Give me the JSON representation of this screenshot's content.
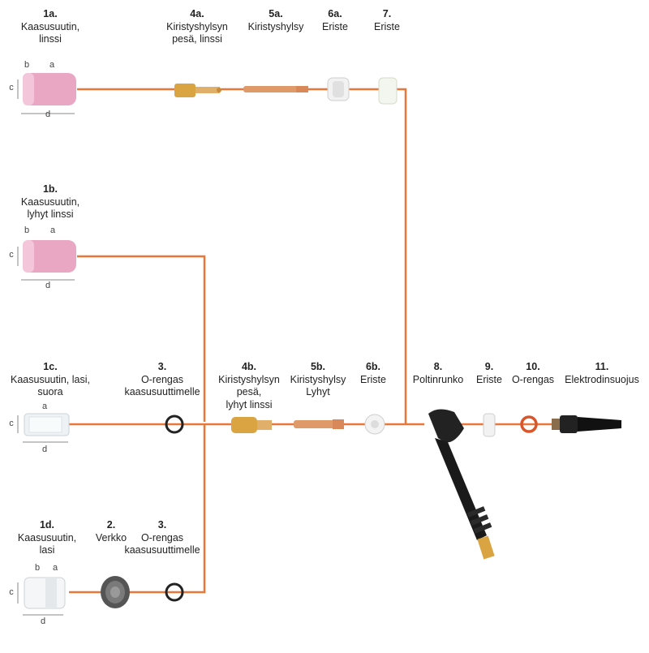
{
  "colors": {
    "line": "#e8773a",
    "nozzle_pink": "#e9a7c4",
    "glass": "#eef2f4",
    "brass": "#d9a441",
    "copper": "#e09a6a",
    "torch": "#222222",
    "oring_orange": "#d9562a"
  },
  "parts": [
    {
      "id": "p1a",
      "num": "1a.",
      "lines": [
        "Kaasusuutin,",
        "linssi"
      ],
      "dims": [
        "a",
        "b",
        "c",
        "d"
      ]
    },
    {
      "id": "p4a",
      "num": "4a.",
      "lines": [
        "Kiristyshylsyn",
        "pesä, linssi"
      ]
    },
    {
      "id": "p5a",
      "num": "5a.",
      "lines": [
        "Kiristyshylsy"
      ]
    },
    {
      "id": "p6a",
      "num": "6a.",
      "lines": [
        "Eriste"
      ]
    },
    {
      "id": "p7",
      "num": "7.",
      "lines": [
        "Eriste"
      ]
    },
    {
      "id": "p1b",
      "num": "1b.",
      "lines": [
        "Kaasusuutin,",
        "lyhyt linssi"
      ],
      "dims": [
        "a",
        "b",
        "c",
        "d"
      ]
    },
    {
      "id": "p1c",
      "num": "1c.",
      "lines": [
        "Kaasusuutin, lasi,",
        "suora"
      ],
      "dims": [
        "a",
        "c",
        "d"
      ]
    },
    {
      "id": "p3c",
      "num": "3.",
      "lines": [
        "O-rengas",
        "kaasusuuttimelle"
      ]
    },
    {
      "id": "p4b",
      "num": "4b.",
      "lines": [
        "Kiristyshylsyn",
        "pesä,",
        "lyhyt linssi"
      ]
    },
    {
      "id": "p5b",
      "num": "5b.",
      "lines": [
        "Kiristyshylsy",
        "Lyhyt"
      ]
    },
    {
      "id": "p6b",
      "num": "6b.",
      "lines": [
        "Eriste"
      ]
    },
    {
      "id": "p8",
      "num": "8.",
      "lines": [
        "Poltinrunko"
      ]
    },
    {
      "id": "p9",
      "num": "9.",
      "lines": [
        "Eriste"
      ]
    },
    {
      "id": "p10",
      "num": "10.",
      "lines": [
        "O-rengas"
      ]
    },
    {
      "id": "p11",
      "num": "11.",
      "lines": [
        "Elektrodinsuojus"
      ]
    },
    {
      "id": "p1d",
      "num": "1d.",
      "lines": [
        "Kaasusuutin,",
        "lasi"
      ],
      "dims": [
        "a",
        "b",
        "c",
        "d"
      ]
    },
    {
      "id": "p2",
      "num": "2.",
      "lines": [
        "Verkko"
      ]
    },
    {
      "id": "p3d",
      "num": "3.",
      "lines": [
        "O-rengas",
        "kaasusuuttimelle"
      ]
    }
  ]
}
